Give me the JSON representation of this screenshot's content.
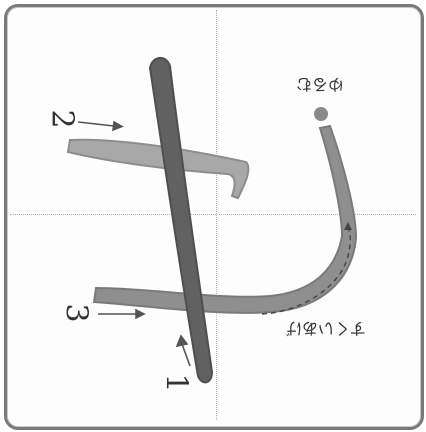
{
  "stroke_numbers": [
    "1",
    "2",
    "3"
  ],
  "rotated_labels": {
    "top_right": "ゆるむ",
    "bottom_right": "すくいあげ"
  },
  "colors": {
    "stroke_dark": "#5e5e5e",
    "stroke_mid": "#8a8a8a",
    "stroke_light": "#a6a6a6",
    "frame": "#7a7a7a",
    "guide": "#b5b5b5"
  }
}
